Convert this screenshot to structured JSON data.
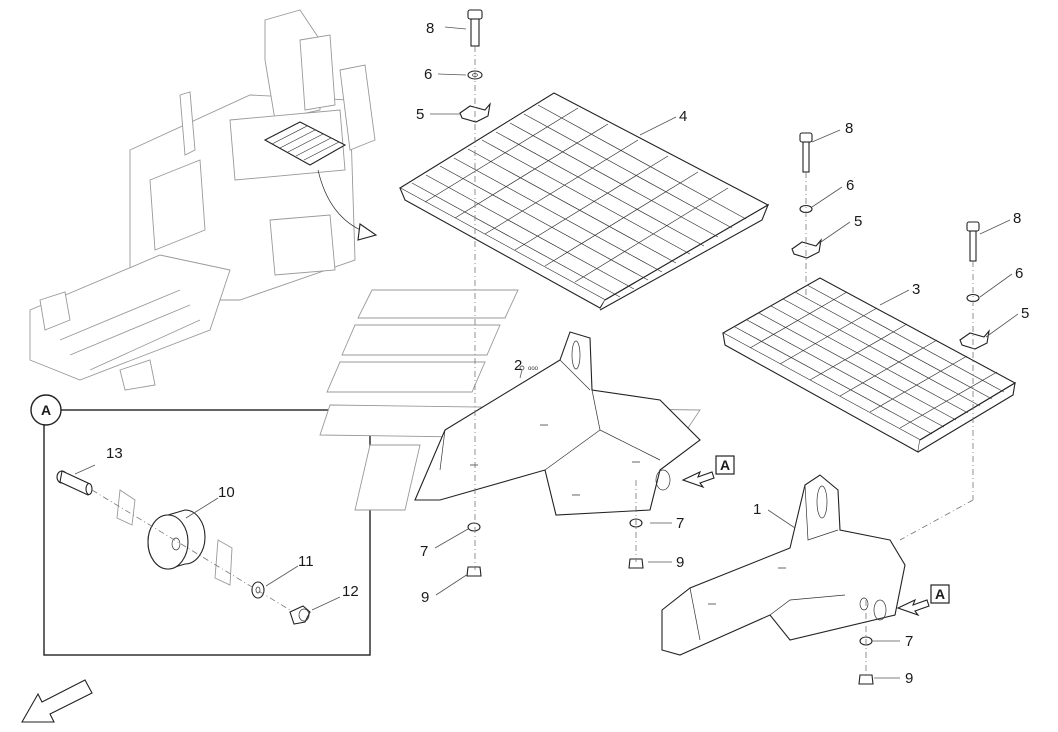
{
  "diagram": {
    "callouts": {
      "c1": "1",
      "c2": "2",
      "c3": "3",
      "c4": "4",
      "c5a": "5",
      "c5b": "5",
      "c5c": "5",
      "c6a": "6",
      "c6b": "6",
      "c6c": "6",
      "c7a": "7",
      "c7b": "7",
      "c7c": "7",
      "c8a": "8",
      "c8b": "8",
      "c8c": "8",
      "c9a": "9",
      "c9b": "9",
      "c9c": "9",
      "c10": "10",
      "c11": "11",
      "c12": "12",
      "c13": "13"
    },
    "detail_view_label": "A",
    "view_flags": {
      "f1": "A",
      "f2": "A"
    },
    "small_text": "ooo"
  }
}
